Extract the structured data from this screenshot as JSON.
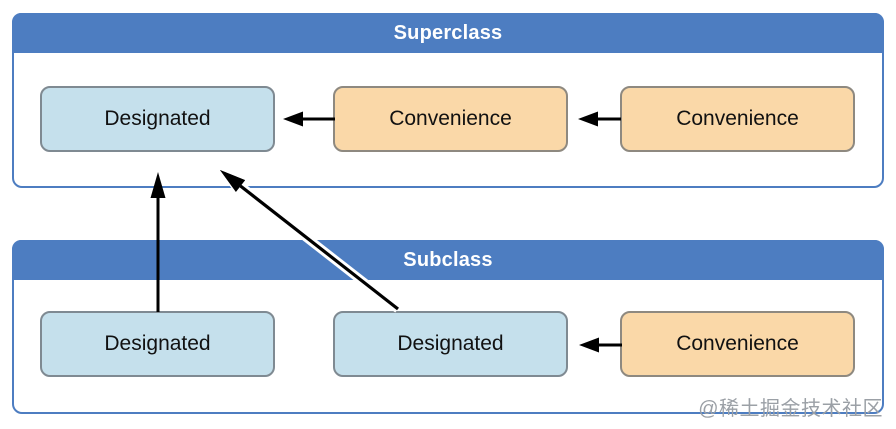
{
  "colors": {
    "header-blue": "#4d7dc1",
    "container-border": "#4d7dc1",
    "designated-fill": "#c5e0ec",
    "designated-border": "#7f8a92",
    "convenience-fill": "#fad8a8",
    "convenience-border": "#8e8980",
    "arrow": "#000000",
    "title-text": "#ffffff",
    "box-text": "#111111",
    "watermark-text": "#9ba0a6"
  },
  "superclass": {
    "title": "Superclass",
    "boxes": [
      {
        "label": "Designated",
        "type": "designated"
      },
      {
        "label": "Convenience",
        "type": "convenience"
      },
      {
        "label": "Convenience",
        "type": "convenience"
      }
    ]
  },
  "subclass": {
    "title": "Subclass",
    "boxes": [
      {
        "label": "Designated",
        "type": "designated"
      },
      {
        "label": "Designated",
        "type": "designated"
      },
      {
        "label": "Convenience",
        "type": "convenience"
      }
    ]
  },
  "relationships": [
    {
      "from": "superclass-convenience-right",
      "to": "superclass-convenience-middle",
      "kind": "delegate-across"
    },
    {
      "from": "superclass-convenience-middle",
      "to": "superclass-designated",
      "kind": "delegate-across"
    },
    {
      "from": "subclass-convenience",
      "to": "subclass-designated-middle",
      "kind": "delegate-across"
    },
    {
      "from": "subclass-designated-left",
      "to": "superclass-designated",
      "kind": "delegate-up"
    },
    {
      "from": "subclass-designated-middle",
      "to": "superclass-designated",
      "kind": "delegate-up"
    }
  ],
  "watermark": "@稀土掘金技术社区"
}
